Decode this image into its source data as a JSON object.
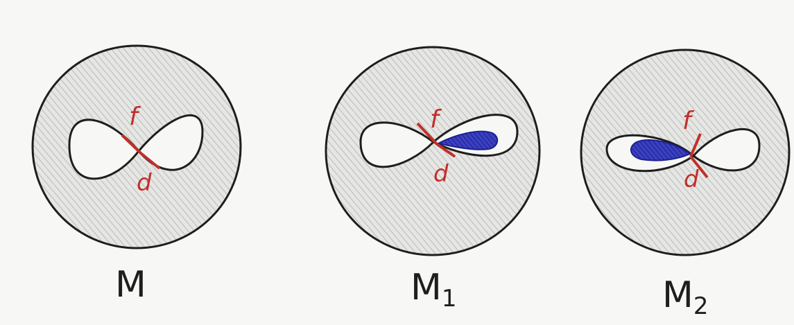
{
  "figures": [
    {
      "label": "M",
      "subscript": "",
      "marks": {
        "f": "f",
        "d": "d"
      },
      "highlighted_lobe": "none"
    },
    {
      "label": "M",
      "subscript": "1",
      "marks": {
        "f": "f",
        "d": "d"
      },
      "highlighted_lobe": "right"
    },
    {
      "label": "M",
      "subscript": "2",
      "marks": {
        "f": "f",
        "d": "d"
      },
      "highlighted_lobe": "left"
    }
  ],
  "colors": {
    "paper": "#f7f7f5",
    "ink": "#1e1e1e",
    "shading": "#c8c8c8",
    "red": "#c0302a",
    "blue": "#2a2fa8"
  }
}
